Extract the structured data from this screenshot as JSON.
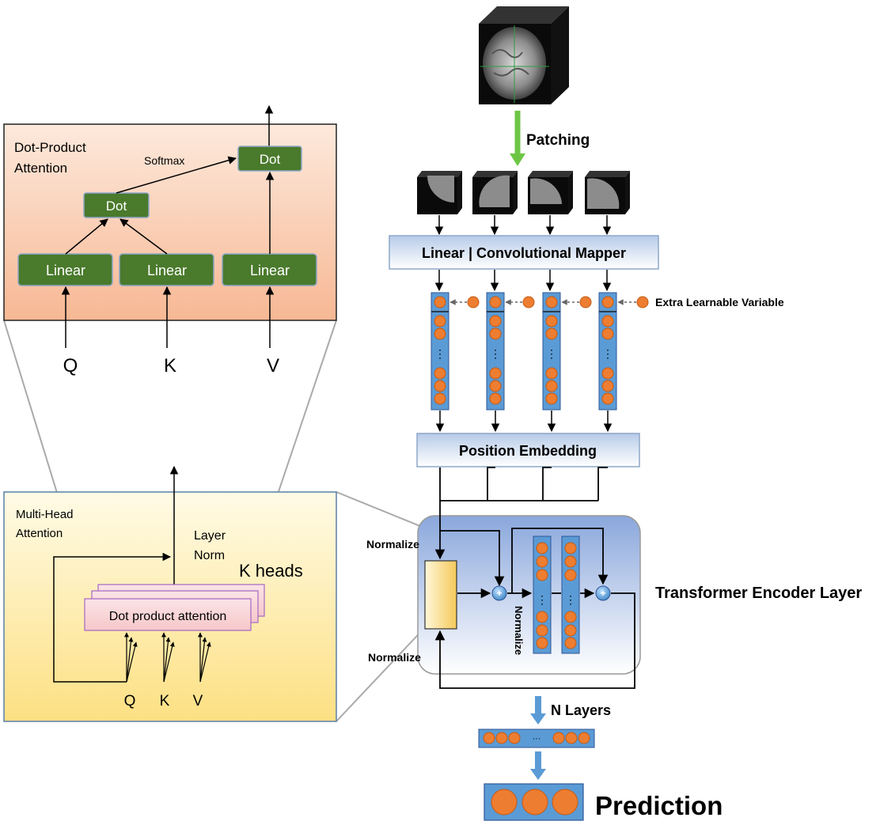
{
  "dot_product_panel": {
    "title_line1": "Dot-Product",
    "title_line2": "Attention",
    "softmax_label": "Softmax",
    "dot_label_upper": "Dot",
    "dot_label_lower": "Dot",
    "linear_labels": [
      "Linear",
      "Linear",
      "Linear"
    ],
    "input_labels": [
      "Q",
      "K",
      "V"
    ]
  },
  "multi_head_panel": {
    "title_line1": "Multi-Head",
    "title_line2": "Attention",
    "layer_norm_line1": "Layer",
    "layer_norm_line2": "Norm",
    "heads_label": "K heads",
    "attention_box_label": "Dot product attention",
    "input_labels": [
      "Q",
      "K",
      "V"
    ]
  },
  "pipeline": {
    "patching_label": "Patching",
    "mapper_label": "Linear | Convolutional Mapper",
    "extra_variable_label": "Extra Learnable Variable",
    "position_embedding_label": "Position Embedding",
    "normalize_labels": [
      "Normalize",
      "Normalize",
      "Normalize"
    ],
    "plus_symbol": "+",
    "encoder_label": "Transformer Encoder Layer",
    "n_layers_label": "N Layers",
    "ellipsis": "···",
    "prediction_label": "Prediction"
  },
  "colors": {
    "green_box": "#4a7a2c",
    "orange_circle": "#ed7d31",
    "blue_column": "#5b9bd5",
    "green_arrow": "#6cc644",
    "blue_arrow": "#5b9bd5"
  }
}
